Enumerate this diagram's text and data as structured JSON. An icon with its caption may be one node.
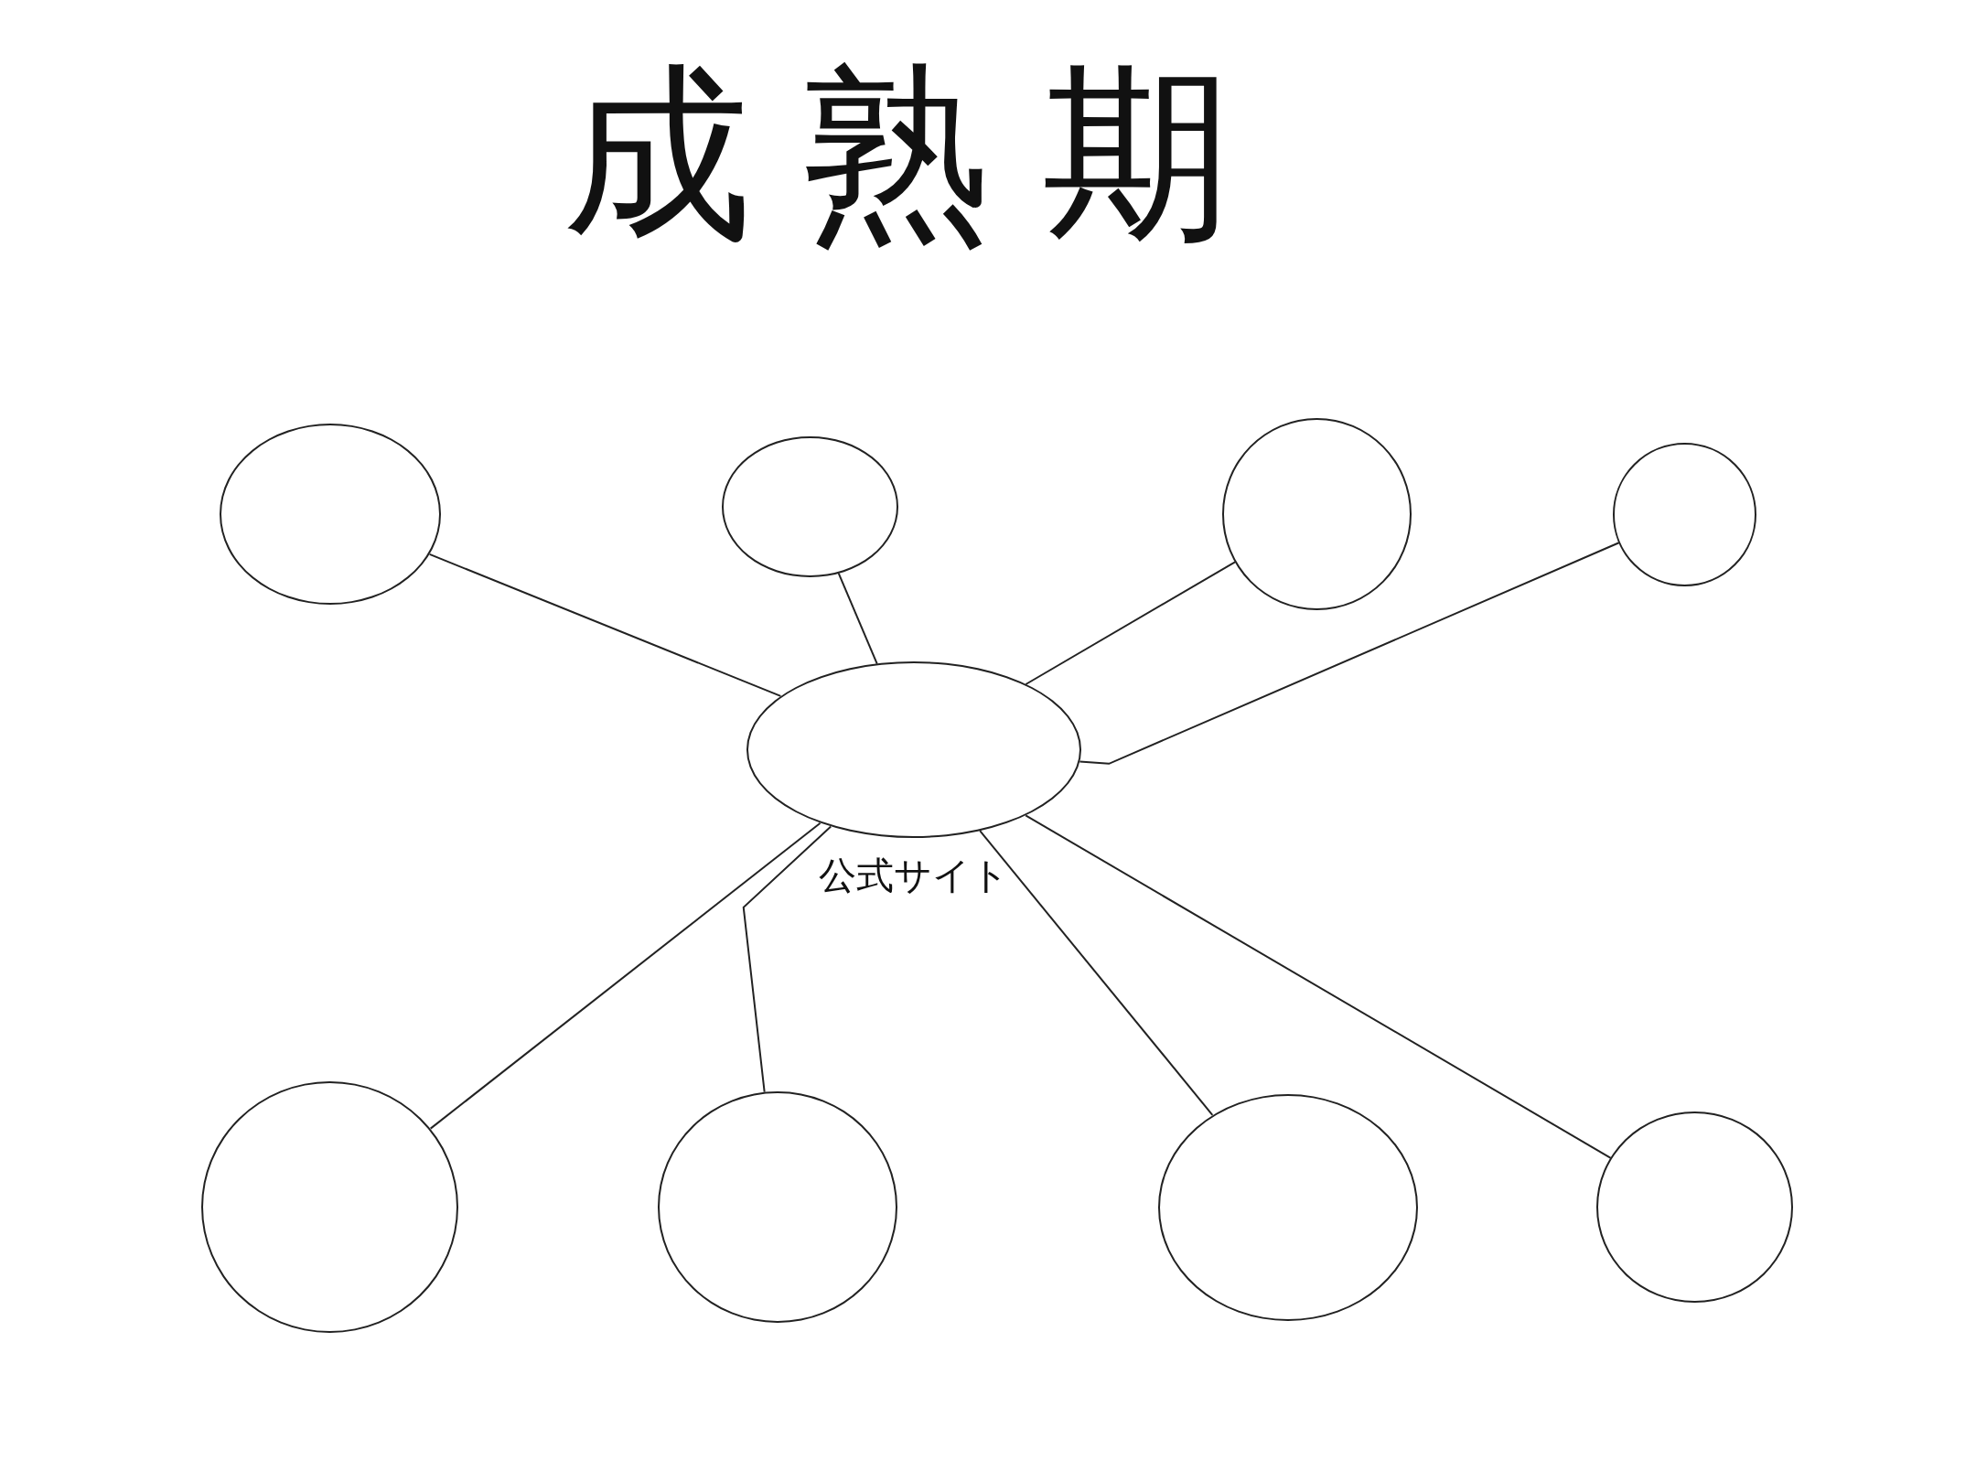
{
  "diagram": {
    "title": "成熟期",
    "nodes": [
      {
        "text": [
          "公式サイト"
        ]
      },
      {
        "text": [],
        "shape": "circle"
      },
      {
        "text": [],
        "shape": "circle"
      },
      {
        "text": [],
        "shape": "circle"
      },
      {
        "text": [],
        "shape": "circle"
      },
      {
        "text": [],
        "shape": "circle"
      },
      {
        "text": [],
        "shape": "circle"
      },
      {
        "text": [],
        "shape": "circle"
      },
      {
        "text": [],
        "shape": "circle"
      }
    ],
    "edges": [
      {
        "from": 0,
        "to": 1,
        "arrow": "none"
      },
      {
        "from": 0,
        "to": 2,
        "arrow": "none"
      },
      {
        "from": 0,
        "to": 3,
        "arrow": "none"
      },
      {
        "from": 0,
        "to": 4,
        "arrow": "none"
      },
      {
        "from": 0,
        "to": 5,
        "arrow": "none"
      },
      {
        "from": 0,
        "to": 6,
        "arrow": "none"
      },
      {
        "from": 0,
        "to": 7,
        "arrow": "none"
      },
      {
        "from": 0,
        "to": 8,
        "arrow": "none"
      }
    ]
  }
}
